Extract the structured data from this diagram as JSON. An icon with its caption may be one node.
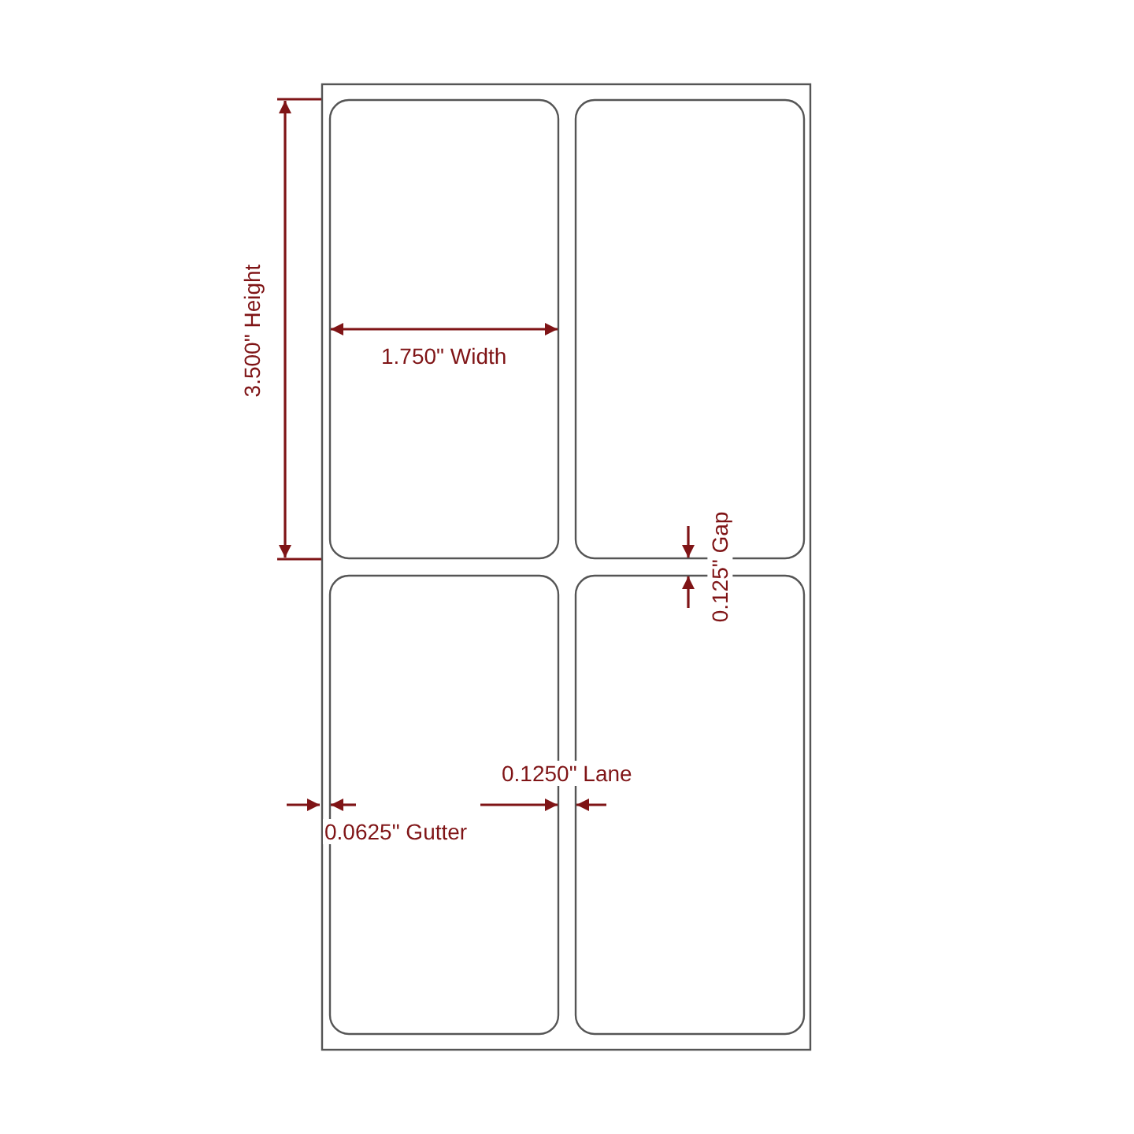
{
  "diagram": {
    "labels": [
      "3.500\" Height",
      "1.750\" Width",
      "0.125\" Gap",
      "0.1250\" Lane",
      "0.0625\" Gutter"
    ]
  }
}
